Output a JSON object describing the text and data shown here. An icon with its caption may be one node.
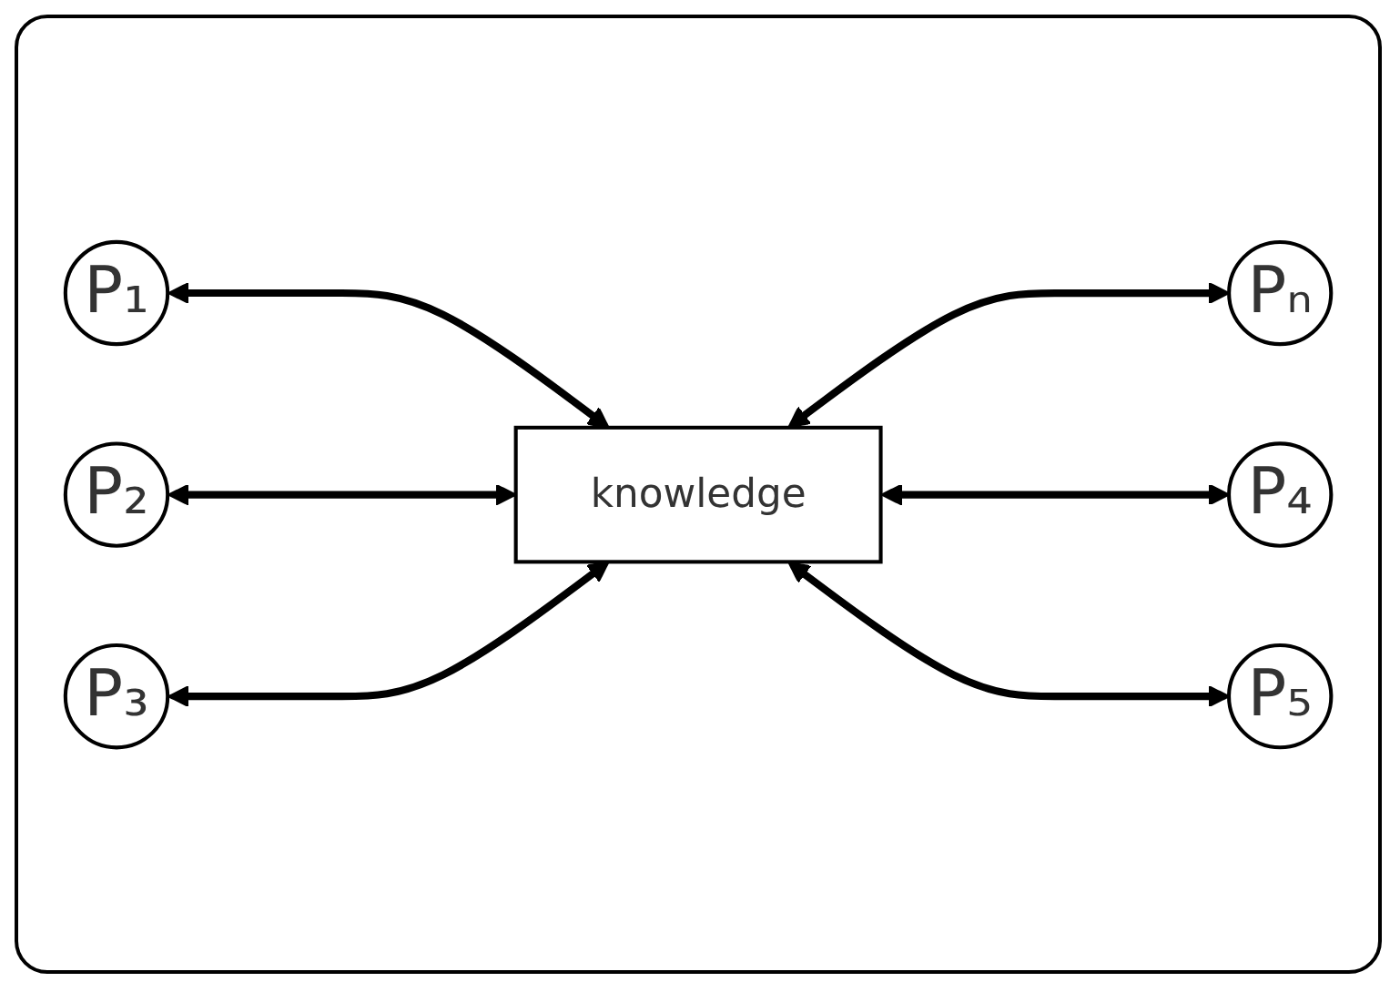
{
  "diagram": {
    "nodes": [
      {
        "text": [
          "P₁"
        ]
      },
      {
        "text": [
          "P₂"
        ]
      },
      {
        "text": [
          "knowledge"
        ]
      },
      {
        "text": [
          "Pₙ"
        ]
      },
      {
        "text": [
          "P₃"
        ]
      },
      {
        "text": [
          "P₄"
        ]
      },
      {
        "text": [
          "P₅"
        ]
      }
    ],
    "edges": [
      {
        "from": 0,
        "to": 2,
        "arrow": "both"
      },
      {
        "from": 1,
        "to": 2,
        "arrow": "both"
      },
      {
        "from": 2,
        "to": 3,
        "arrow": "both"
      },
      {
        "from": 4,
        "to": 2,
        "arrow": "both"
      },
      {
        "from": 2,
        "to": 5,
        "arrow": "both"
      },
      {
        "from": 2,
        "to": 6,
        "arrow": "both"
      }
    ]
  }
}
